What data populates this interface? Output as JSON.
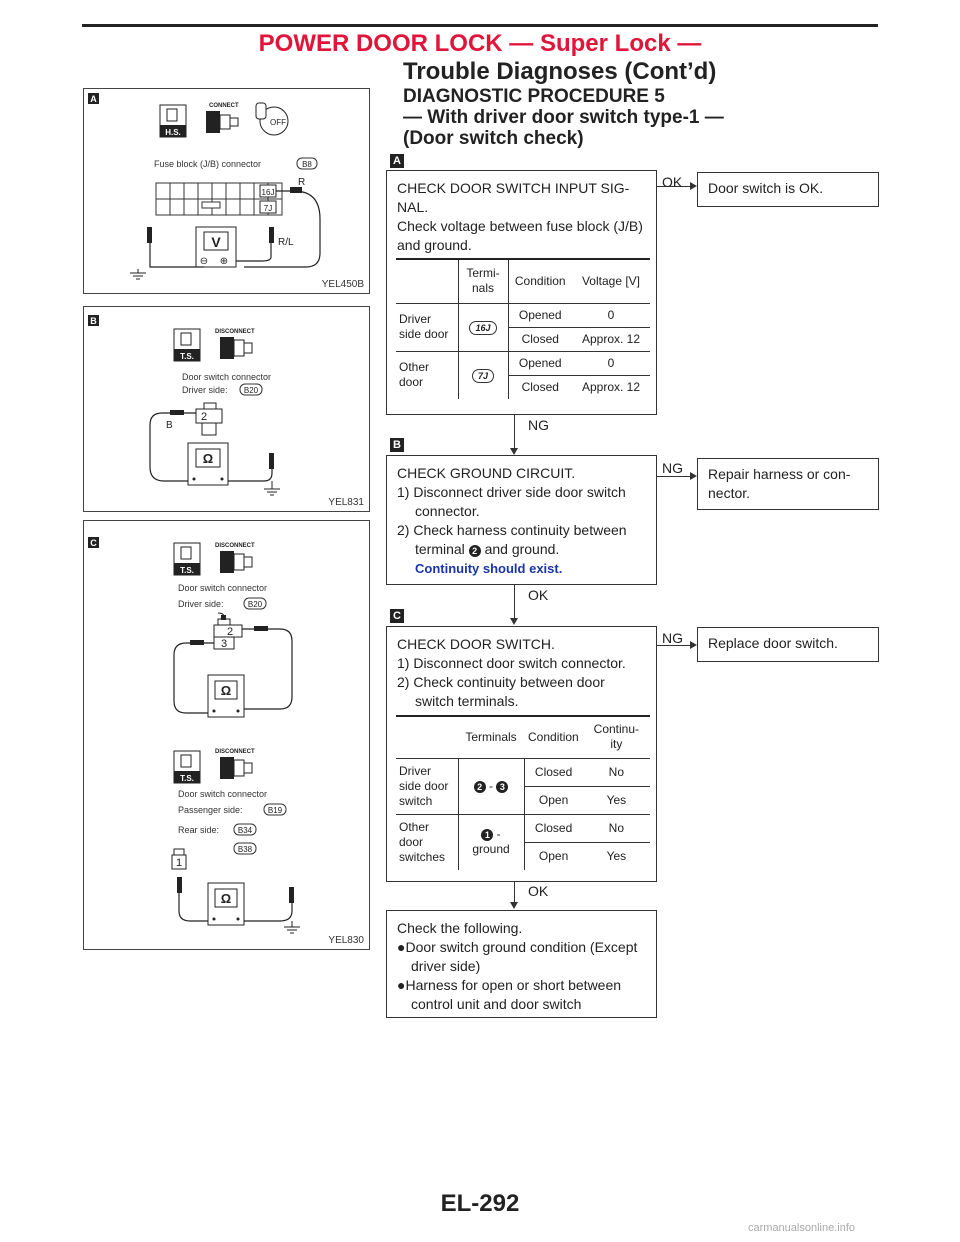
{
  "header": {
    "title": "POWER DOOR LOCK — Super Lock —",
    "subtitle": "Trouble Diagnoses (Cont’d)"
  },
  "procedure": {
    "title_line1": "DIAGNOSTIC PROCEDURE 5",
    "title_line2": "— With driver door switch type-1 —",
    "title_line3": "(Door switch check)"
  },
  "step_letters": {
    "a": "A",
    "b": "B",
    "c": "C"
  },
  "panel_a": {
    "connect": "CONNECT",
    "hs": "H.S.",
    "off": "OFF",
    "connector_label": "Fuse block (J/B) connector",
    "connector_badge": "B8",
    "terminal_16": "16J",
    "terminal_7": "7J",
    "wire_r": "R",
    "wire_rl": "R/L",
    "meter": "V",
    "minus": "⊖",
    "plus": "⊕",
    "ref": "YEL450B"
  },
  "panel_b": {
    "disconnect": "DISCONNECT",
    "ts": "T.S.",
    "line1": "Door switch connector",
    "line2": "Driver side:",
    "badge": "B20",
    "terminal": "2",
    "wire": "B",
    "meter": "Ω",
    "ref": "YEL831"
  },
  "panel_c": {
    "disconnect": "DISCONNECT",
    "ts": "T.S.",
    "d_line1": "Door switch connector",
    "d_line2": "Driver side:",
    "d_badge": "B20",
    "t2": "2",
    "t3": "3",
    "meter": "Ω",
    "disconnect2": "DISCONNECT",
    "ts2": "T.S.",
    "p_line1": "Door switch connector",
    "p_line2": "Passenger side:",
    "p_badge": "B19",
    "r_line": "Rear side:",
    "r_badge1": "B34",
    "r_badge2": "B38",
    "t1": "1",
    "meter2": "Ω",
    "ref": "YEL830"
  },
  "box1": {
    "line1": "CHECK DOOR SWITCH INPUT SIG-",
    "line2": "NAL.",
    "line3": "Check voltage between fuse block (J/B)",
    "line4": "and ground.",
    "col_terminals": "Termi-\nnals",
    "col_condition": "Condition",
    "col_voltage": "Voltage [V]",
    "row1_label": "Driver\nside door",
    "row1_terminal": "16J",
    "row2_label": "Other\ndoor",
    "row2_terminal": "7J",
    "opened": "Opened",
    "closed": "Closed",
    "v_open": "0",
    "v_closed": "Approx. 12"
  },
  "box1_ok": {
    "label": "OK",
    "result": "Door switch is OK."
  },
  "box1_ng": "NG",
  "box2": {
    "line1": "CHECK GROUND CIRCUIT.",
    "line2": "1) Disconnect driver side door switch",
    "line3": "connector.",
    "line4": "2) Check harness continuity between",
    "line5a": "terminal",
    "line5_circle": "2",
    "line5b": "and ground.",
    "line6": "Continuity should exist."
  },
  "box2_ng": {
    "label": "NG",
    "result_line1": "Repair harness or con-",
    "result_line2": "nector."
  },
  "box2_ok": "OK",
  "box3": {
    "line1": "CHECK DOOR SWITCH.",
    "line2": "1) Disconnect door switch connector.",
    "line3": "2) Check continuity between door",
    "line4": "switch terminals.",
    "col_terminals": "Terminals",
    "col_condition": "Condition",
    "col_continuity": "Continu-\nity",
    "row1_label": "Driver\nside door\nswitch",
    "row1_c1": "2",
    "row1_dash": "-",
    "row1_c2": "3",
    "row2_label": "Other\ndoor\nswitches",
    "row2_c1": "1",
    "row2_text": "-\nground",
    "closed": "Closed",
    "open": "Open",
    "no": "No",
    "yes": "Yes"
  },
  "box3_ng": {
    "label": "NG",
    "result": "Replace door switch."
  },
  "box3_ok": "OK",
  "box4": {
    "line1": "Check the following.",
    "bullet1a": "Door switch ground condition (Except",
    "bullet1b": "driver side)",
    "bullet2a": "Harness for open or short between",
    "bullet2b": "control unit and door switch"
  },
  "page_number": "EL-292",
  "footer": "carmanualsonline.info"
}
